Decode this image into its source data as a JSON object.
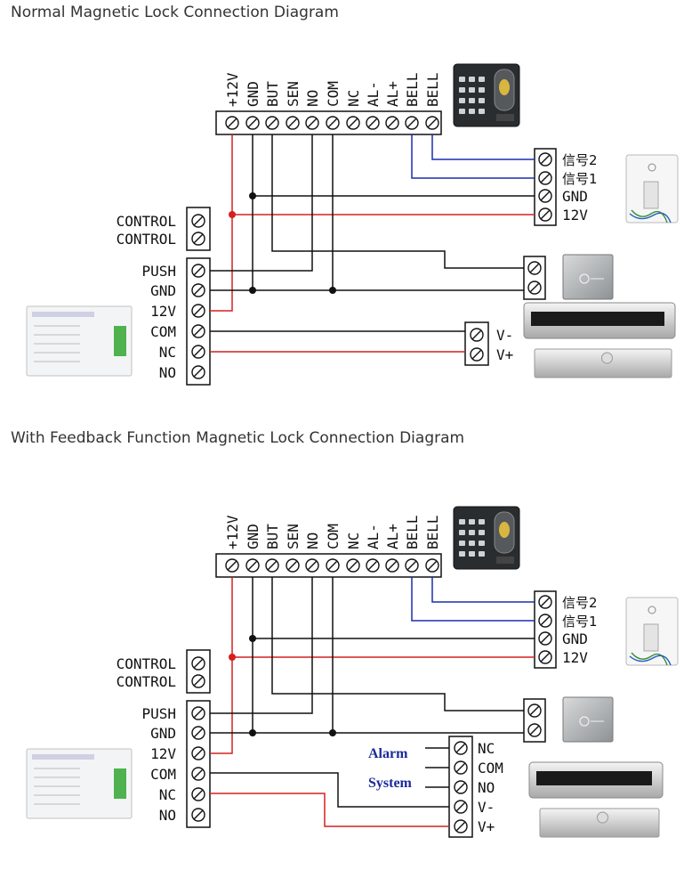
{
  "diagram1": {
    "title": "Normal Magnetic Lock Connection Diagram",
    "controller_terminals": [
      "+12V",
      "GND",
      "BUT",
      "SEN",
      "NO",
      "COM",
      "NC",
      "AL-",
      "AL+",
      "BELL",
      "BELL"
    ],
    "power_terminals_control": [
      "CONTROL",
      "CONTROL"
    ],
    "power_terminals_main": [
      "PUSH",
      "GND",
      "12V",
      "COM",
      "NC",
      "NO"
    ],
    "doorbell_terminals": [
      "信号2",
      "信号1",
      "GND",
      "12V"
    ],
    "lock_terminals": [
      "V-",
      "V+"
    ]
  },
  "diagram2": {
    "title": "With Feedback Function Magnetic Lock Connection Diagram",
    "controller_terminals": [
      "+12V",
      "GND",
      "BUT",
      "SEN",
      "NO",
      "COM",
      "NC",
      "AL-",
      "AL+",
      "BELL",
      "BELL"
    ],
    "power_terminals_control": [
      "CONTROL",
      "CONTROL"
    ],
    "power_terminals_main": [
      "PUSH",
      "GND",
      "12V",
      "COM",
      "NC",
      "NO"
    ],
    "doorbell_terminals": [
      "信号2",
      "信号1",
      "GND",
      "12V"
    ],
    "lock_terminals": [
      "NC",
      "COM",
      "NO",
      "V-",
      "V+"
    ],
    "alarm_label": "Alarm",
    "system_label": "System"
  },
  "colors": {
    "red_wire": "#d42020",
    "blue_wire": "#1a2db0",
    "black_wire": "#111111"
  }
}
